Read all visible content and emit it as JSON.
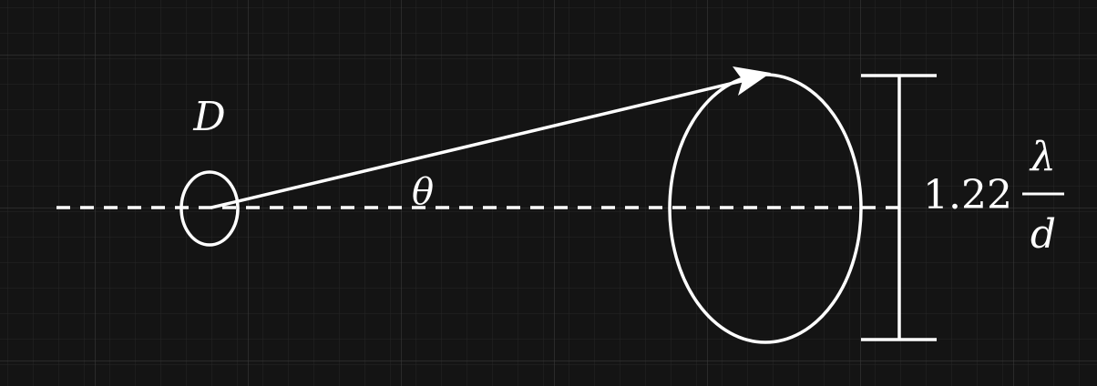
{
  "labels": {
    "aperture": "D",
    "angle": "θ",
    "width_coefficient": "1.22",
    "width_numerator": "λ",
    "width_denominator": "d"
  },
  "colors": {
    "background": "#141414",
    "grid_minor": "#2a2a2a",
    "grid_major": "#3a3a3a",
    "stroke": "#ffffff"
  }
}
